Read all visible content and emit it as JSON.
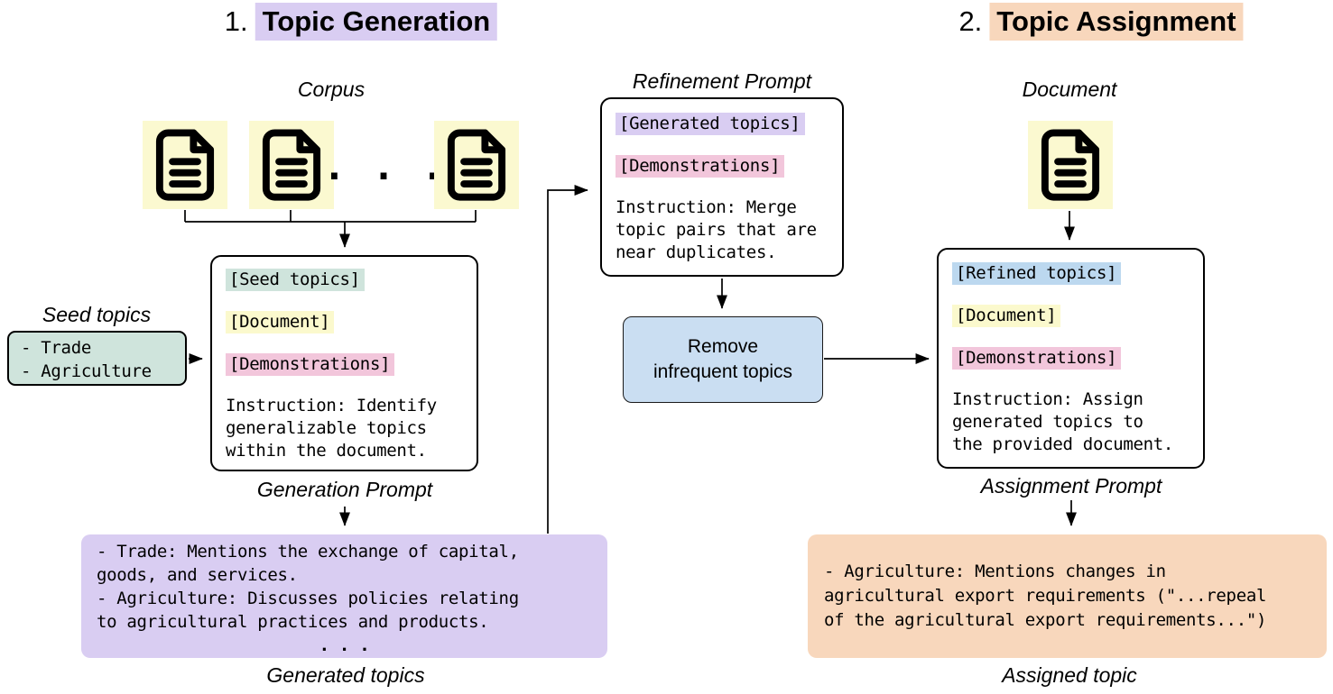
{
  "colors": {
    "purple_highlight": "#d9cdf2",
    "orange_highlight": "#f8d7bc",
    "yellow_highlight": "#fbf9cd",
    "teal_highlight": "#cfe4dc",
    "pink_highlight": "#f2c6db",
    "blue_highlight": "#bcd8ef",
    "blue_process_box": "#cadef2"
  },
  "titles": {
    "generation_number": "1.",
    "generation_label": "Topic Generation",
    "assignment_number": "2.",
    "assignment_label": "Topic Assignment"
  },
  "generation": {
    "corpus_label": "Corpus",
    "corpus_ellipsis": ". . .",
    "seed_topics": {
      "label": "Seed topics",
      "lines": [
        "- Trade",
        "- Agriculture"
      ]
    },
    "prompt": {
      "caption": "Generation Prompt",
      "slots": [
        "[Seed topics]",
        "[Document]",
        "[Demonstrations]"
      ],
      "instruction_lines": [
        "Instruction: Identify",
        "generalizable topics",
        "within the document."
      ]
    },
    "generated_topics": {
      "caption": "Generated topics",
      "lines": [
        "- Trade: Mentions the exchange of capital,",
        "goods, and services.",
        "- Agriculture: Discusses policies relating",
        "to agricultural practices and products."
      ],
      "ellipsis": ". . ."
    }
  },
  "refinement": {
    "prompt": {
      "caption": "Refinement Prompt",
      "slots": [
        "[Generated topics]",
        "[Demonstrations]"
      ],
      "instruction_lines": [
        "Instruction: Merge",
        "topic pairs that are",
        "near duplicates."
      ]
    },
    "remove_box_lines": [
      "Remove",
      "infrequent topics"
    ]
  },
  "assignment": {
    "document_label": "Document",
    "prompt": {
      "caption": "Assignment Prompt",
      "slots": [
        "[Refined topics]",
        "[Document]",
        "[Demonstrations]"
      ],
      "instruction_lines": [
        "Instruction: Assign",
        "generated topics to",
        "the provided document."
      ]
    },
    "assigned_topic": {
      "caption": "Assigned topic",
      "lines": [
        "- Agriculture: Mentions changes in",
        "agricultural export requirements (\"...repeal",
        "of the agricultural export requirements...\")"
      ]
    }
  }
}
